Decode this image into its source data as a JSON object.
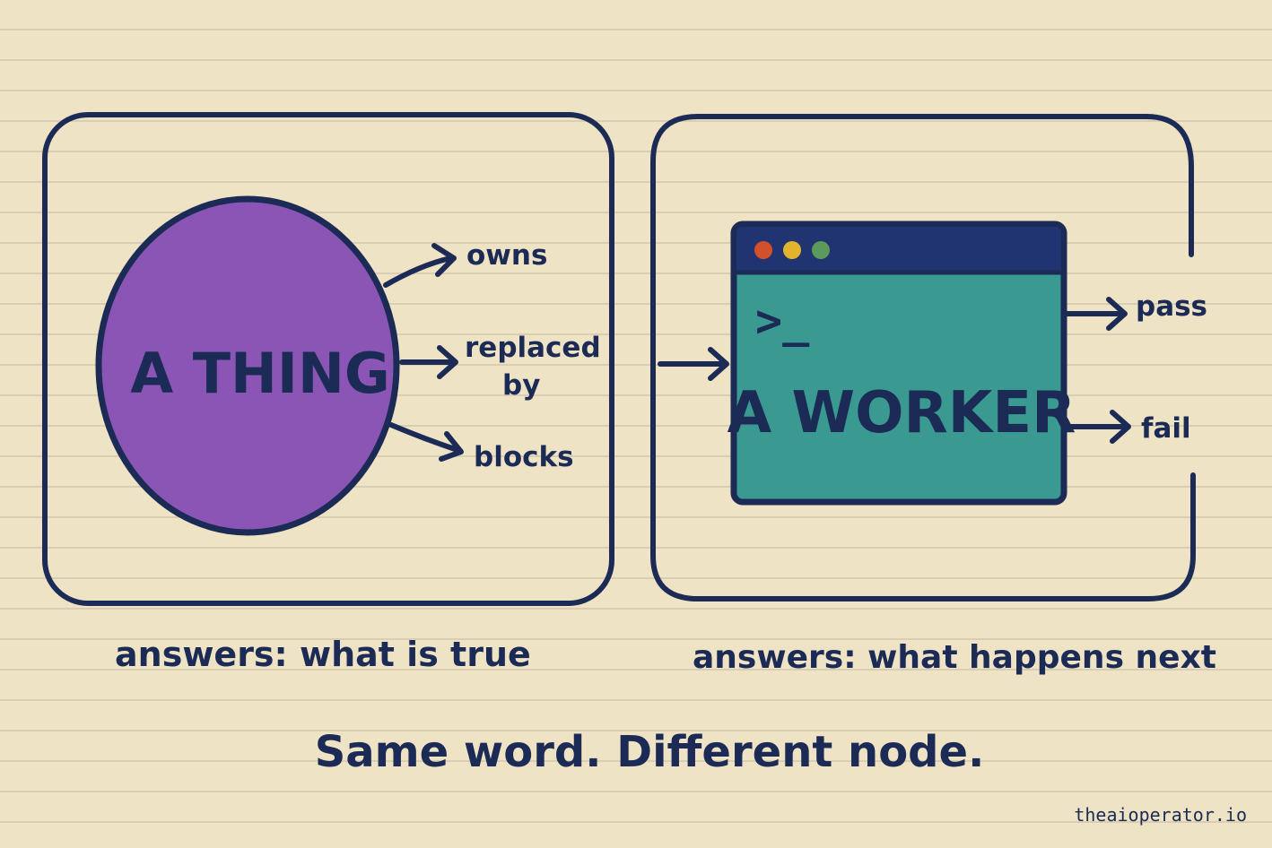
{
  "colors": {
    "background": "#efe3c6",
    "ink": "#1c2b55",
    "thing_fill": "#8a55b5",
    "worker_fill": "#3a9a92",
    "window_bar": "#1f3470",
    "dot_red": "#d2502a",
    "dot_yellow": "#e2b32c",
    "dot_green": "#5b9a5a"
  },
  "left_panel": {
    "node_label": "A THING",
    "edges": [
      {
        "label_lines": [
          "owns"
        ]
      },
      {
        "label_lines": [
          "replaced",
          "by"
        ]
      },
      {
        "label_lines": [
          "blocks"
        ]
      }
    ],
    "caption": "answers: what is true"
  },
  "right_panel": {
    "prompt_glyph": ">_",
    "node_label": "A WORKER",
    "outputs": [
      {
        "label": "pass"
      },
      {
        "label": "fail"
      }
    ],
    "caption": "answers: what happens next"
  },
  "footer": {
    "headline": "Same word. Different node.",
    "attribution": "theaioperator.io"
  }
}
